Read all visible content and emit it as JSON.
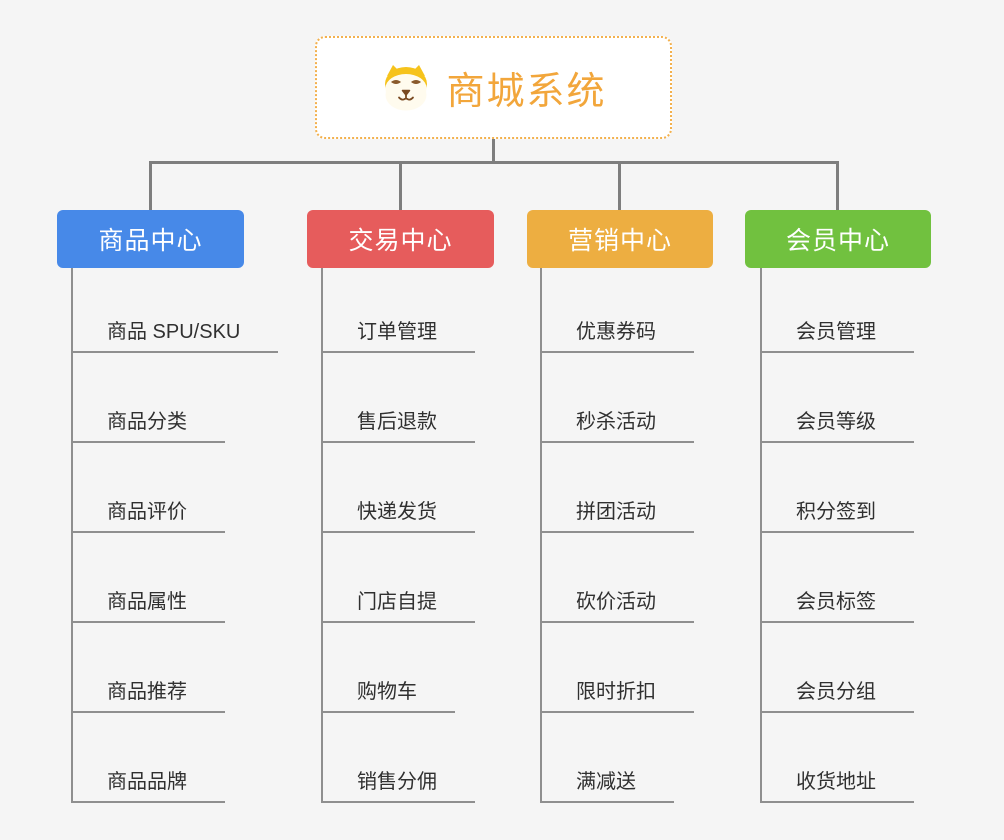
{
  "background_color": "#f5f5f5",
  "connector_color": "#7e7e7e",
  "underline_color": "#8f8f8f",
  "root": {
    "title": "商城系统",
    "icon": "shiba-dog-icon",
    "border_color": "#f3b14e",
    "text_color": "#f2a63b",
    "fill_color": "#ffffff"
  },
  "branches": [
    {
      "label": "商品中心",
      "color": "#4789e8",
      "children": [
        "商品 SPU/SKU",
        "商品分类",
        "商品评价",
        "商品属性",
        "商品推荐",
        "商品品牌"
      ]
    },
    {
      "label": "交易中心",
      "color": "#e65c5c",
      "children": [
        "订单管理",
        "售后退款",
        "快递发货",
        "门店自提",
        "购物车",
        "销售分佣"
      ]
    },
    {
      "label": "营销中心",
      "color": "#edae41",
      "children": [
        "优惠券码",
        "秒杀活动",
        "拼团活动",
        "砍价活动",
        "限时折扣",
        "满减送"
      ]
    },
    {
      "label": "会员中心",
      "color": "#71c13f",
      "children": [
        "会员管理",
        "会员等级",
        "积分签到",
        "会员标签",
        "会员分组",
        "收货地址"
      ]
    }
  ]
}
